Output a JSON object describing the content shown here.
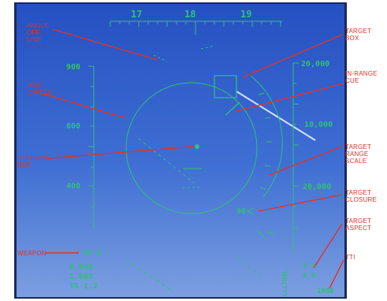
{
  "heading_tape": {
    "labels": [
      "17",
      "18",
      "19"
    ]
  },
  "airspeed_ticks": [
    "900",
    "600",
    "400"
  ],
  "altitude_ticks": [
    "20,000",
    "10,000",
    "20,000"
  ],
  "target_closure": "90",
  "hud_readouts": {
    "weapon_text": "7M 4",
    "line1": "0.943",
    "line2": "1.005",
    "line3": "TR 1.2",
    "aspect_line1": "4 8",
    "aspect_line2": "4 6",
    "tti_value": "1000",
    "vertical_text": "LLLTOOL"
  },
  "annotations": {
    "angle_off_line": "ANGLE\nOFF\nLINE",
    "ase_circle": "ASE\nCIRCLE",
    "steering_dot": "STEERING\nDOT",
    "weapon": "WEAPON",
    "target_box": "TARGET\nBOX",
    "in_range_cue": "IN-RANGE\nCUE",
    "target_range_scale": "TARGET\nRANGE\nSCALE",
    "target_closure": "TARGET\nCLOSURE",
    "target_aspect": "TARGET\nASPECT",
    "tti": "TTI"
  },
  "colors": {
    "sky_top": "#2a57c4",
    "sky_bottom": "#6a8fdc",
    "hud_symbology": "#2fc07a",
    "annotation": "#e03326"
  }
}
